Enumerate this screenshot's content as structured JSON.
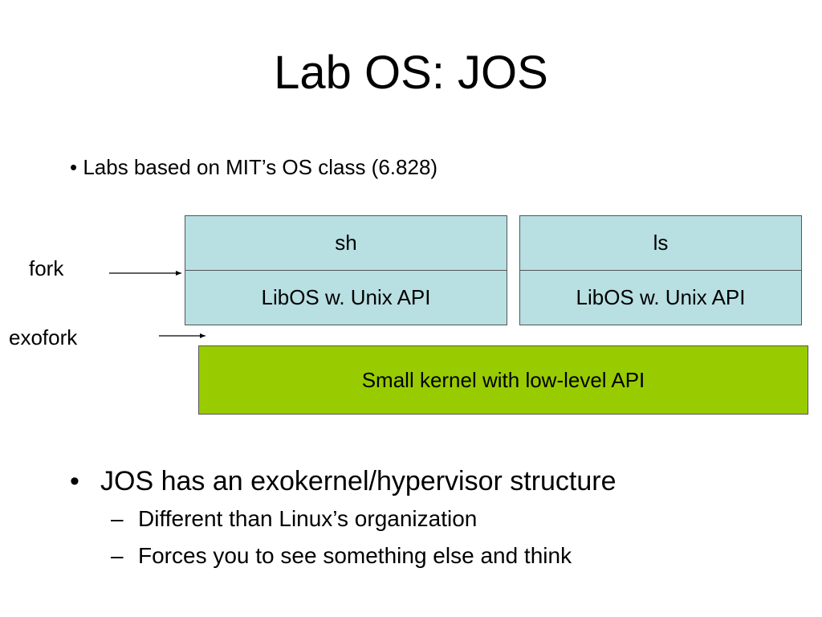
{
  "slide": {
    "title": "Lab OS: JOS",
    "intro_bullet": "• Labs based on MIT’s OS class (6.828)"
  },
  "diagram": {
    "labels": {
      "fork": "fork",
      "exofork": "exofork"
    },
    "apps": [
      {
        "name": "sh",
        "libos": "LibOS w. Unix API"
      },
      {
        "name": "ls",
        "libos": "LibOS w. Unix API"
      }
    ],
    "kernel": "Small kernel with low-level API",
    "colors": {
      "app_fill": "#b8dfe2",
      "kernel_fill": "#99cc00",
      "border": "#555555"
    }
  },
  "bullets": {
    "main_marker": "•",
    "main": "JOS has an exokernel/hypervisor structure",
    "sub_marker": "–",
    "sub": [
      "Different than Linux’s organization",
      "Forces you to see something else and think"
    ]
  }
}
